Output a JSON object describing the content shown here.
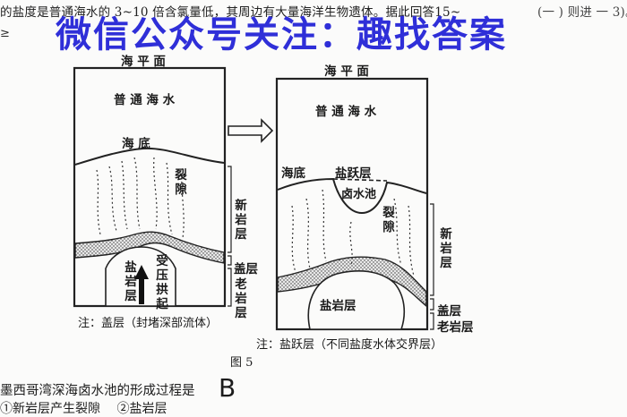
{
  "top_line": "的盐度是普通海水的 3~10 倍含氯量低，其周边有大量海洋生物遗体。据此回答15~",
  "top_right_fragment": "(⼀ ) 则进 ⼀ 3)。人",
  "second_line_fragment": "≥",
  "watermark": "微信公众号关注：趣找答案",
  "left_panel": {
    "sea_surface": "海 平 面",
    "sea_water": "普 通 海 水",
    "seabed": "海  底",
    "fissure": "裂隙",
    "new_rock": "新岩层",
    "cap_rock": "盖层",
    "old_rock": "老岩层",
    "salt_rock": "盐岩层",
    "uplift": "受压拱起",
    "note": "注：盖层（封堵深部流体）"
  },
  "right_panel": {
    "sea_surface": "海  平  面",
    "sea_water": "普 通 海 水",
    "seabed": "海底",
    "halocline": "盐跃层",
    "brine_pool": "卤水池",
    "fissure": "裂隙",
    "new_rock": "新岩层",
    "cap_rock": "盖层",
    "old_rock": "老岩层",
    "salt_rock": "盐岩层",
    "note": "注：盐跃层（不同盐度水体交界层）"
  },
  "figure_label": "图 5",
  "question": "墨西哥湾深海卤水池的形成过程是",
  "handwritten_answer": "B",
  "option_line": "①新岩层产生裂隙　 ②盐岩层"
}
